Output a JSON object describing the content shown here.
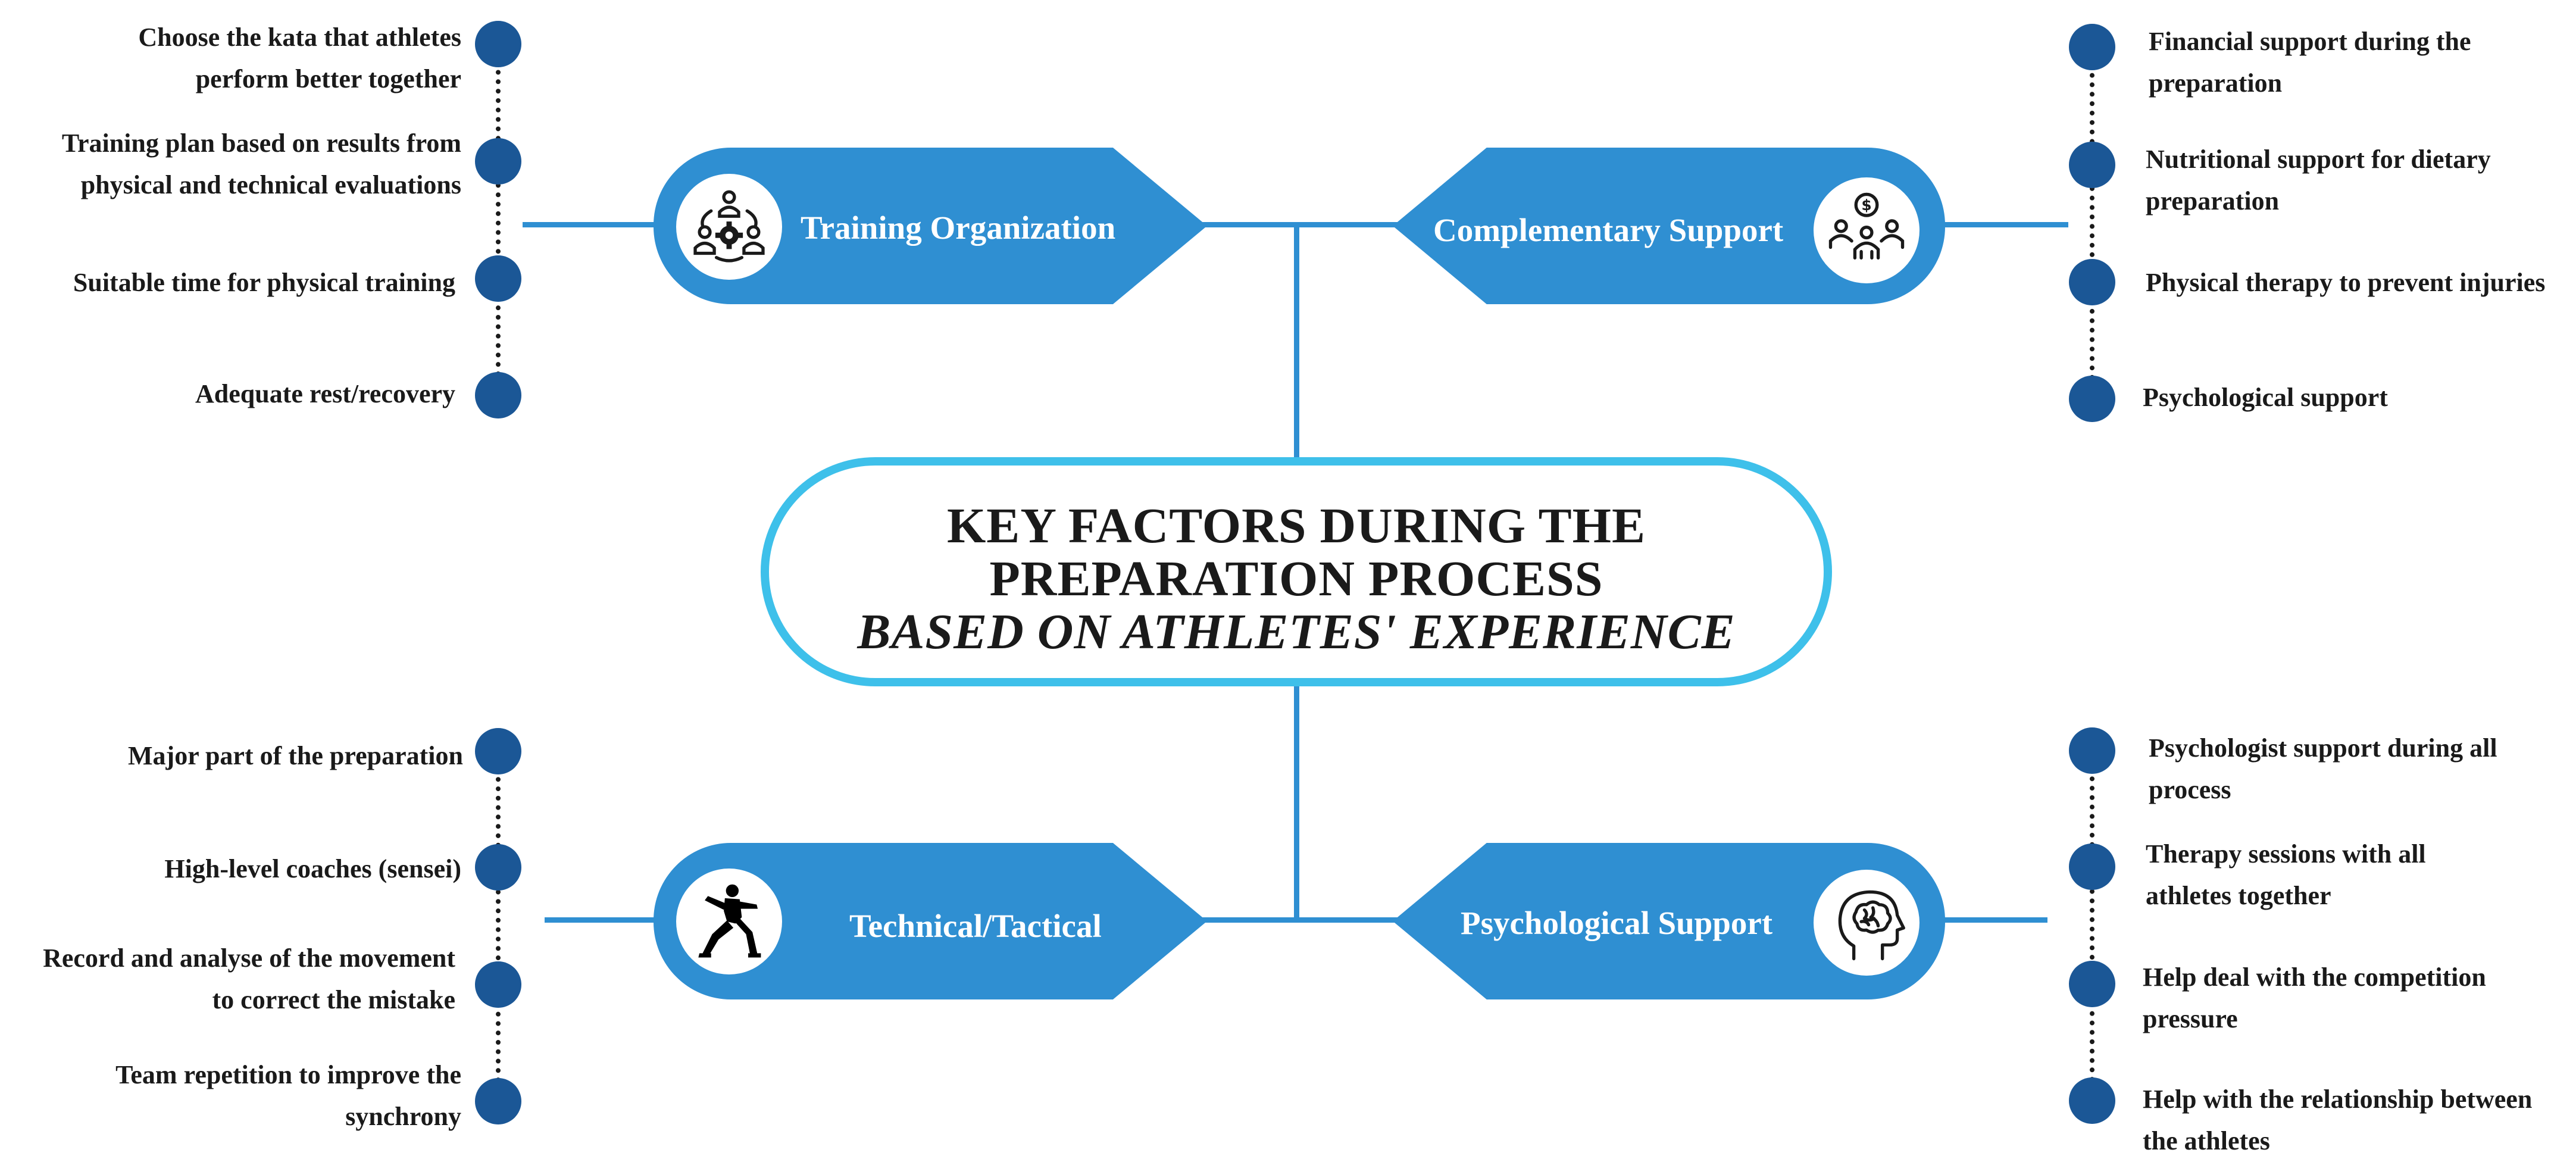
{
  "title": {
    "line1": "KEY FACTORS DURING THE",
    "line2": "PREPARATION PROCESS",
    "line3": "BASED ON ATHLETES' EXPERIENCE"
  },
  "training_organization": {
    "label": "Training Organization",
    "icon": "workflow-gear-people-icon",
    "items": [
      [
        "Choose the kata that athletes",
        "perform better together"
      ],
      [
        "Training plan based on results from",
        "physical and technical evaluations"
      ],
      [
        "Suitable time for physical training"
      ],
      [
        "Adequate rest/recovery"
      ]
    ]
  },
  "complementary_support": {
    "label": "Complementary Support",
    "icon": "group-money-icon",
    "items": [
      [
        "Financial support during the",
        "preparation"
      ],
      [
        "Nutritional support for dietary",
        "preparation"
      ],
      [
        "Physical therapy to prevent injuries"
      ],
      [
        "Psychological support"
      ]
    ]
  },
  "technical_tactical": {
    "label": "Technical/Tactical",
    "icon": "karate-silhouette-icon",
    "items": [
      [
        "Major part  of the preparation"
      ],
      [
        "High-level coaches (sensei)"
      ],
      [
        "Record and analyse of the movement",
        "to correct the mistake"
      ],
      [
        "Team repetition to improve the",
        "synchrony"
      ]
    ]
  },
  "psychological_support": {
    "label": "Psychological Support",
    "icon": "head-brain-icon",
    "items": [
      [
        "Psychologist support during all",
        "process"
      ],
      [
        "Therapy sessions with all",
        "athletes together"
      ],
      [
        "Help deal with the competition",
        "pressure"
      ],
      [
        "Help with the relationship between",
        "the athletes"
      ]
    ]
  },
  "colors": {
    "primary_blue": "#2f8fd2",
    "dot_navy": "#1b5796",
    "center_border": "#3ec0ea",
    "text": "#1a1a1a"
  }
}
